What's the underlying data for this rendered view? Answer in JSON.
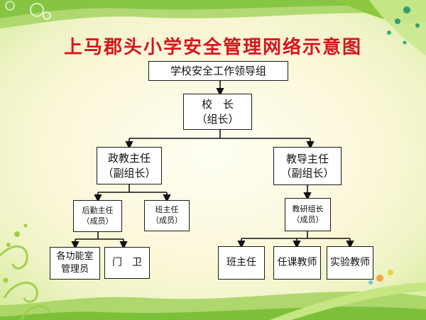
{
  "title": "上马郡头小学安全管理网络示意图",
  "nodes": {
    "leading_group": "学校安全工作领导组",
    "principal": {
      "line1": "校　长",
      "line2": "（组长）"
    },
    "political_director": {
      "line1": "政教主任",
      "line2": "（副组长）"
    },
    "academic_director": {
      "line1": "教导主任",
      "line2": "（副组长）"
    },
    "logistics_director": {
      "line1": "后勤主任",
      "line2": "（成员）"
    },
    "class_director": {
      "line1": "班主任",
      "line2": "（成员）"
    },
    "research_leader": {
      "line1": "教研组长",
      "line2": "（成员）"
    },
    "room_managers": {
      "line1": "各功能室",
      "line2": "管理员"
    },
    "gate_guard": "门　卫",
    "class_teacher": "班主任",
    "subject_teacher": "任课教师",
    "lab_teacher": "实验教师"
  },
  "colors": {
    "title": "#d8141c",
    "border": "#1a1a1a",
    "arrow": "#111111",
    "green": "#7cc03a"
  }
}
